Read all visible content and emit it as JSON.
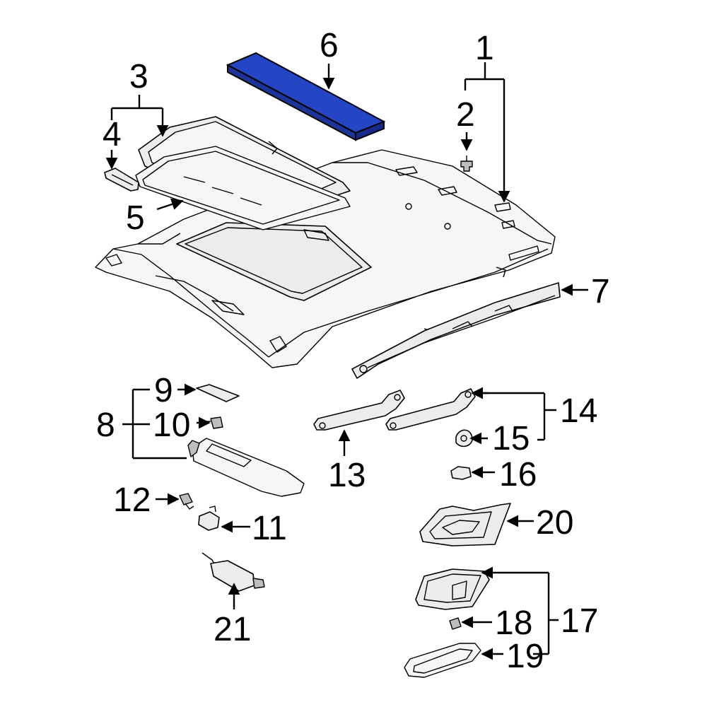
{
  "diagram": {
    "highlight_color": "#2445c4",
    "callouts": [
      {
        "id": "1",
        "text": "1"
      },
      {
        "id": "2",
        "text": "2"
      },
      {
        "id": "3",
        "text": "3"
      },
      {
        "id": "4",
        "text": "4"
      },
      {
        "id": "5",
        "text": "5"
      },
      {
        "id": "6",
        "text": "6"
      },
      {
        "id": "7",
        "text": "7"
      },
      {
        "id": "8",
        "text": "8"
      },
      {
        "id": "9",
        "text": "9"
      },
      {
        "id": "10",
        "text": "10"
      },
      {
        "id": "11",
        "text": "11"
      },
      {
        "id": "12",
        "text": "12"
      },
      {
        "id": "13",
        "text": "13"
      },
      {
        "id": "14",
        "text": "14"
      },
      {
        "id": "15",
        "text": "15"
      },
      {
        "id": "16",
        "text": "16"
      },
      {
        "id": "17",
        "text": "17"
      },
      {
        "id": "18",
        "text": "18"
      },
      {
        "id": "19",
        "text": "19"
      },
      {
        "id": "20",
        "text": "20"
      },
      {
        "id": "21",
        "text": "21"
      }
    ]
  }
}
